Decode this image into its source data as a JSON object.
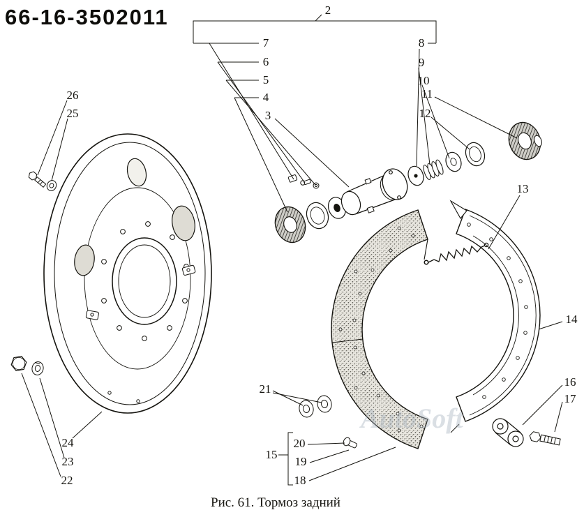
{
  "title": "66-16-3502011",
  "caption": "Рис. 61. Тормоз задний",
  "watermark": "AutoSoft",
  "callouts": {
    "n2": "2",
    "n3": "3",
    "n4": "4",
    "n5": "5",
    "n6": "6",
    "n7": "7",
    "n8": "8",
    "n9": "9",
    "n10": "10",
    "n11": "11",
    "n12": "12",
    "n13": "13",
    "n14": "14",
    "n15": "15",
    "n16": "16",
    "n17": "17",
    "n18": "18",
    "n19": "19",
    "n20": "20",
    "n21": "21",
    "n22": "22",
    "n23": "23",
    "n24": "24",
    "n25": "25",
    "n26": "26"
  },
  "colors": {
    "ink": "#15140f",
    "background": "#ffffff",
    "watermark": "#a8b4bf"
  }
}
